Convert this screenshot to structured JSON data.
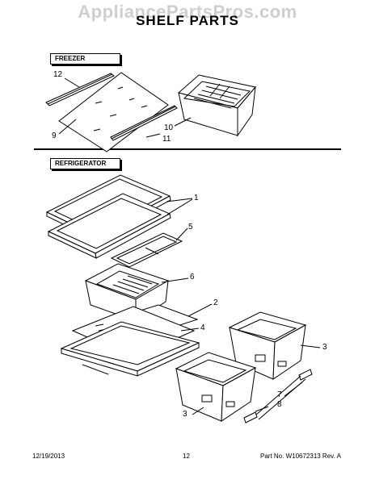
{
  "watermark": "AppliancePartsPros.com",
  "title": "SHELF PARTS",
  "sections": {
    "freezer": "FREEZER",
    "refrigerator": "REFRIGERATOR"
  },
  "callouts": {
    "c1": "1",
    "c2": "2",
    "c3a": "3",
    "c3b": "3",
    "c4": "4",
    "c5": "5",
    "c6": "6",
    "c7": "7",
    "c8": "8",
    "c9": "9",
    "c10": "10",
    "c11": "11",
    "c12": "12"
  },
  "footer": {
    "date": "12/19/2013",
    "page": "12",
    "part_number": "Part No. W10672313  Rev. A"
  }
}
